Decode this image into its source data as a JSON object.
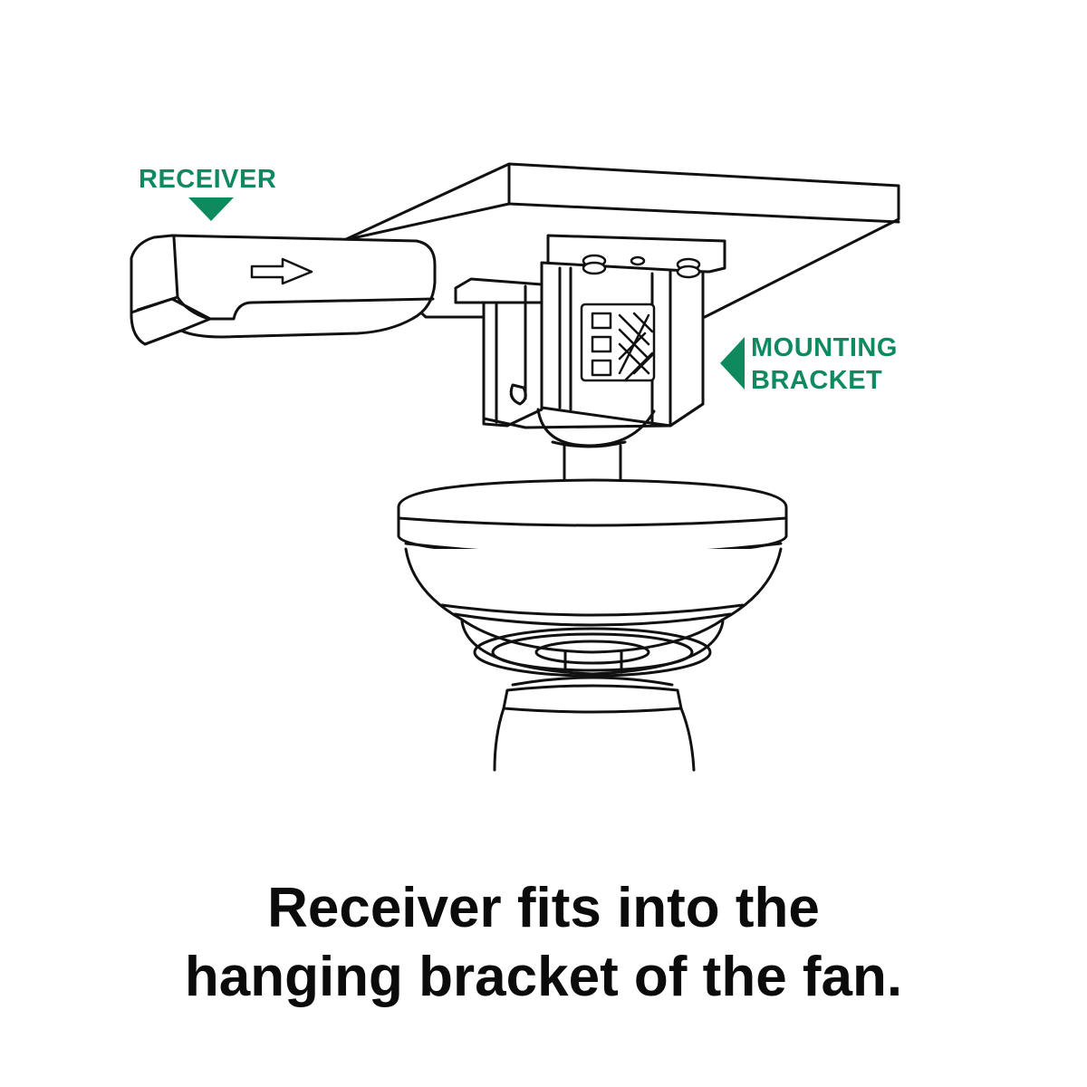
{
  "labels": {
    "receiver": "RECEIVER",
    "mounting_line1": "MOUNTING",
    "mounting_line2": "BRACKET"
  },
  "caption": {
    "line1": "Receiver fits into the",
    "line2": "hanging bracket of the fan."
  },
  "colors": {
    "accent": "#0f8a5f",
    "line": "#111111",
    "text": "#0b0b0b",
    "background": "#ffffff"
  }
}
